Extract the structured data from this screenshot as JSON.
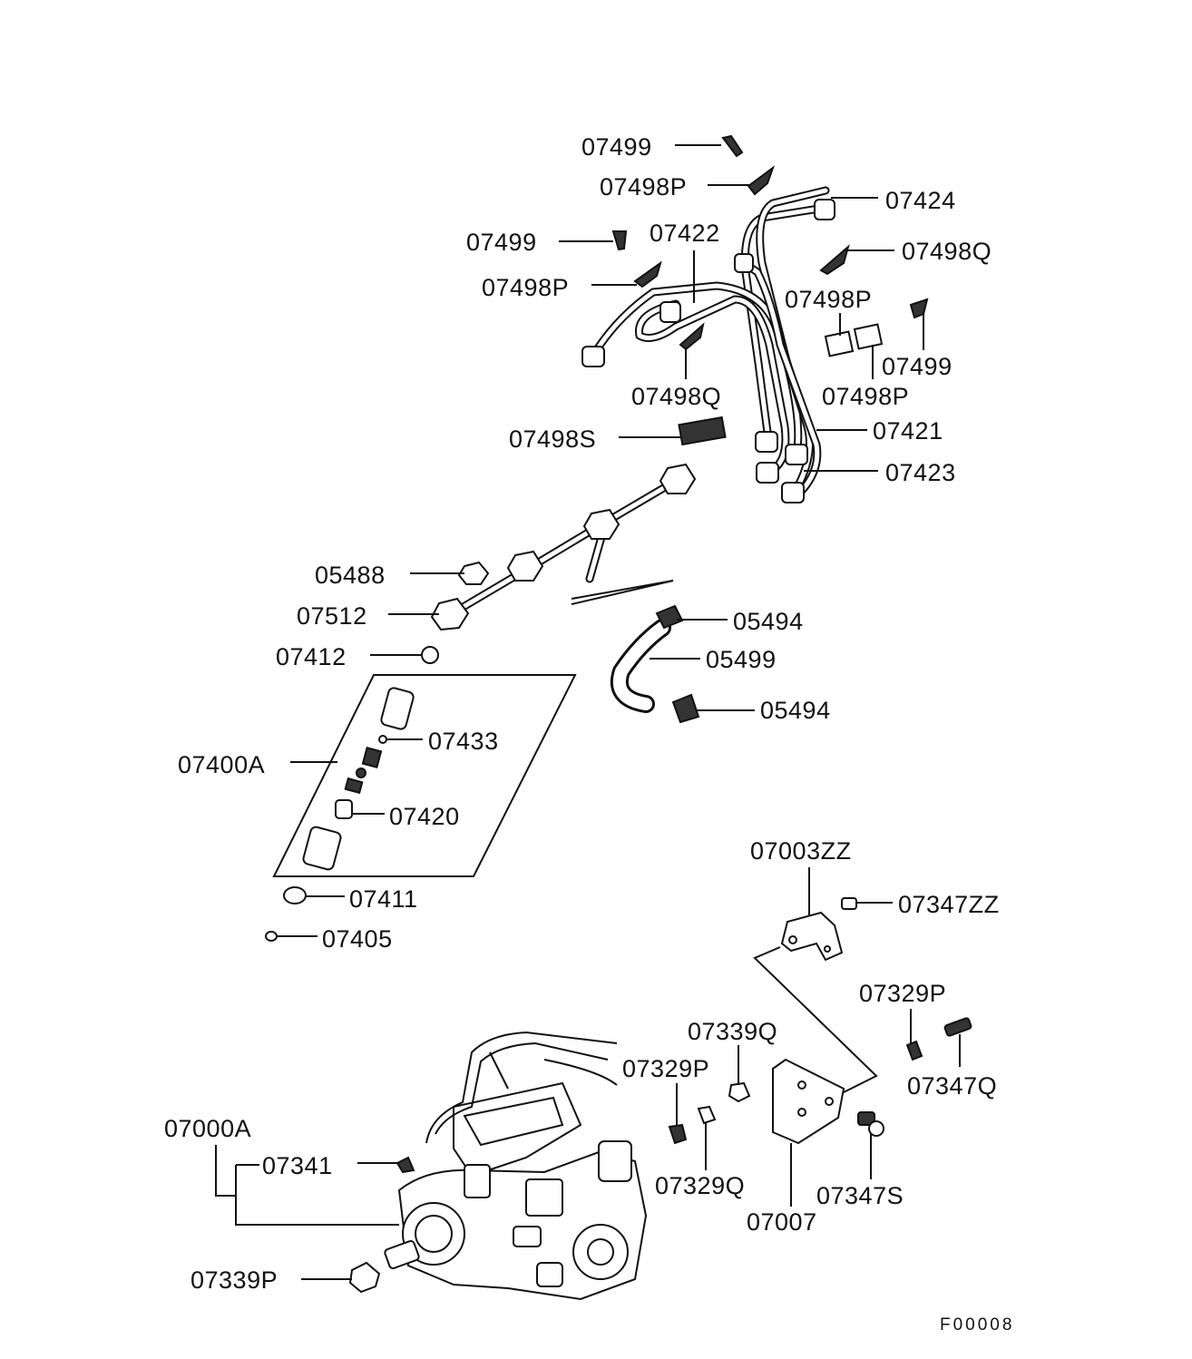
{
  "diagram_code": "F00008",
  "labels": [
    {
      "id": "l1",
      "text": "07499"
    },
    {
      "id": "l2",
      "text": "07498P"
    },
    {
      "id": "l3",
      "text": "07424"
    },
    {
      "id": "l4",
      "text": "07499"
    },
    {
      "id": "l5",
      "text": "07422"
    },
    {
      "id": "l6",
      "text": "07498Q"
    },
    {
      "id": "l7",
      "text": "07498P"
    },
    {
      "id": "l8",
      "text": "07498P"
    },
    {
      "id": "l9",
      "text": "07499"
    },
    {
      "id": "l10",
      "text": "07498Q"
    },
    {
      "id": "l11",
      "text": "07498P"
    },
    {
      "id": "l12",
      "text": "07421"
    },
    {
      "id": "l13",
      "text": "07498S"
    },
    {
      "id": "l14",
      "text": "07423"
    },
    {
      "id": "l15",
      "text": "05488"
    },
    {
      "id": "l16",
      "text": "07512"
    },
    {
      "id": "l17",
      "text": "05494"
    },
    {
      "id": "l18",
      "text": "07412"
    },
    {
      "id": "l19",
      "text": "05499"
    },
    {
      "id": "l20",
      "text": "05494"
    },
    {
      "id": "l21",
      "text": "07433"
    },
    {
      "id": "l22",
      "text": "07400A"
    },
    {
      "id": "l23",
      "text": "07420"
    },
    {
      "id": "l24",
      "text": "07003ZZ"
    },
    {
      "id": "l25",
      "text": "07411"
    },
    {
      "id": "l26",
      "text": "07347ZZ"
    },
    {
      "id": "l27",
      "text": "07405"
    },
    {
      "id": "l28",
      "text": "07329P"
    },
    {
      "id": "l29",
      "text": "07339Q"
    },
    {
      "id": "l30",
      "text": "07329P"
    },
    {
      "id": "l31",
      "text": "07347Q"
    },
    {
      "id": "l32",
      "text": "07000A"
    },
    {
      "id": "l33",
      "text": "07341"
    },
    {
      "id": "l34",
      "text": "07329Q"
    },
    {
      "id": "l35",
      "text": "07347S"
    },
    {
      "id": "l36",
      "text": "07007"
    },
    {
      "id": "l37",
      "text": "07339P"
    }
  ]
}
